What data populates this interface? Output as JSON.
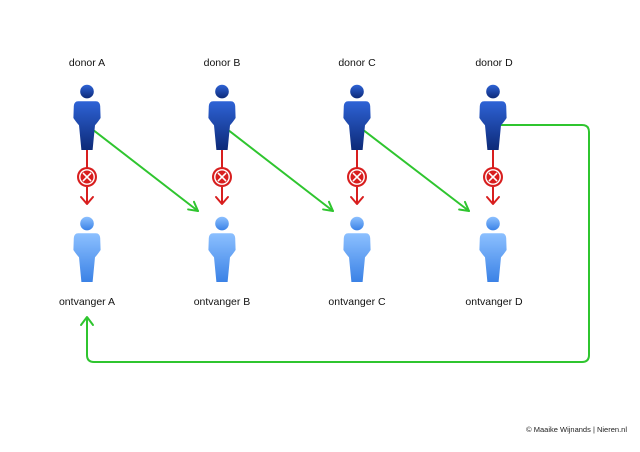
{
  "pairs": [
    {
      "donor_label": "donor A",
      "recipient_label": "ontvanger A"
    },
    {
      "donor_label": "donor B",
      "recipient_label": "ontvanger B"
    },
    {
      "donor_label": "donor C",
      "recipient_label": "ontvanger C"
    },
    {
      "donor_label": "donor D",
      "recipient_label": "ontvanger D"
    }
  ],
  "credit": "© Maaike Wijnands | Nieren.nl",
  "colors": {
    "donor_dark": "#0d2a78",
    "donor_light": "#2e63d6",
    "recipient_light": "#8cc0ff",
    "recipient_dark": "#3b82e6",
    "blocked_arrow": "#d81e1e",
    "donation_arrow": "#2fc52f"
  },
  "icons": {
    "donor": "person-icon",
    "recipient": "person-icon",
    "blocked": "x-circle-icon"
  }
}
